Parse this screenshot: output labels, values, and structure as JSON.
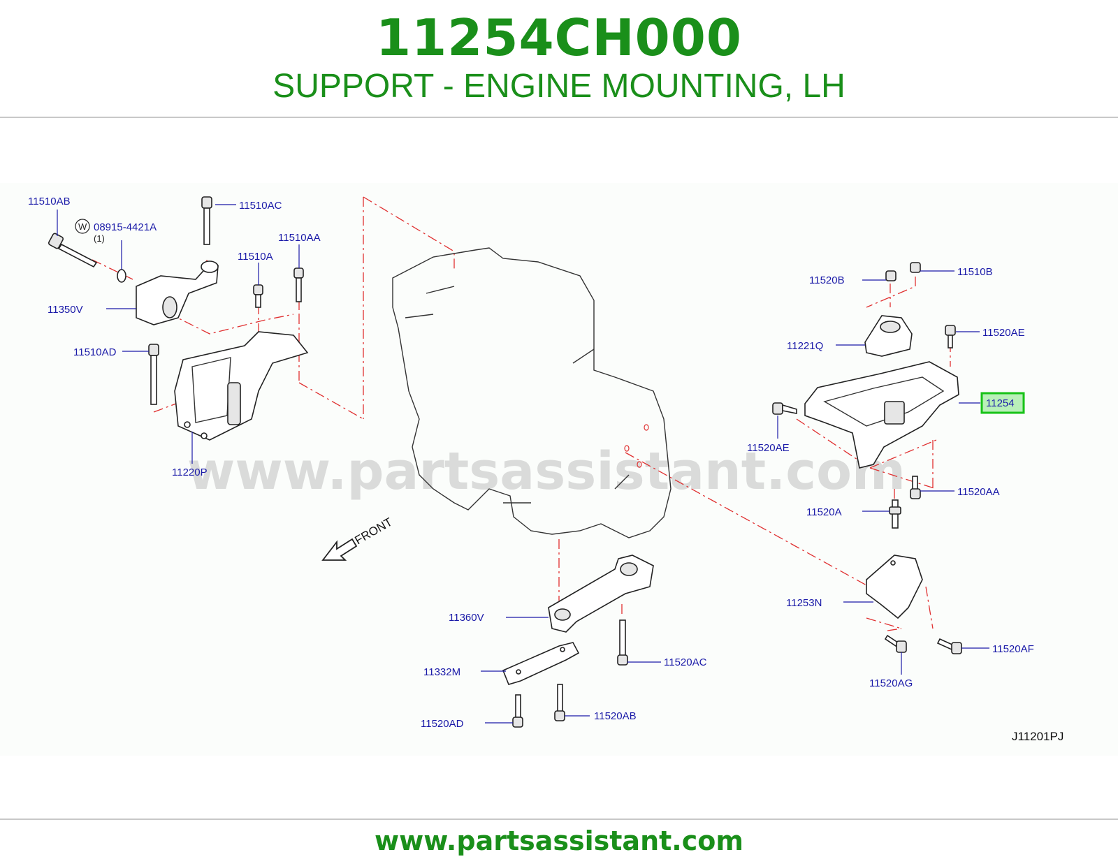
{
  "header": {
    "part_number": "11254CH000",
    "part_title": "SUPPORT - ENGINE MOUNTING, LH"
  },
  "diagram": {
    "watermark": "www.partsassistant.com",
    "front_label": "FRONT",
    "reference_code": "J11201PJ",
    "washer_symbol": "W",
    "washer_qty": "(1)",
    "highlighted_callout": "11254",
    "callouts": {
      "c_11510AB": "11510AB",
      "c_08915_4421A": "08915-4421A",
      "c_11510AC": "11510AC",
      "c_11510AA": "11510AA",
      "c_11510A": "11510A",
      "c_11350V": "11350V",
      "c_11510AD": "11510AD",
      "c_11220P": "11220P",
      "c_11520B": "11520B",
      "c_11510B": "11510B",
      "c_11221Q": "11221Q",
      "c_11520AE_top": "11520AE",
      "c_11520AE_left": "11520AE",
      "c_11520AA": "11520AA",
      "c_11520A": "11520A",
      "c_11253N": "11253N",
      "c_11520AF": "11520AF",
      "c_11520AG": "11520AG",
      "c_11360V": "11360V",
      "c_11520AC": "11520AC",
      "c_11332M": "11332M",
      "c_11520AD": "11520AD",
      "c_11520AB": "11520AB"
    }
  },
  "footer": {
    "url": "www.partsassistant.com"
  },
  "colors": {
    "brand_green": "#1a8f1a",
    "callout_blue": "#1a1aa8",
    "highlight_border": "#17c217",
    "highlight_fill": "#b9f0b9",
    "centerline_red": "#e03030"
  }
}
